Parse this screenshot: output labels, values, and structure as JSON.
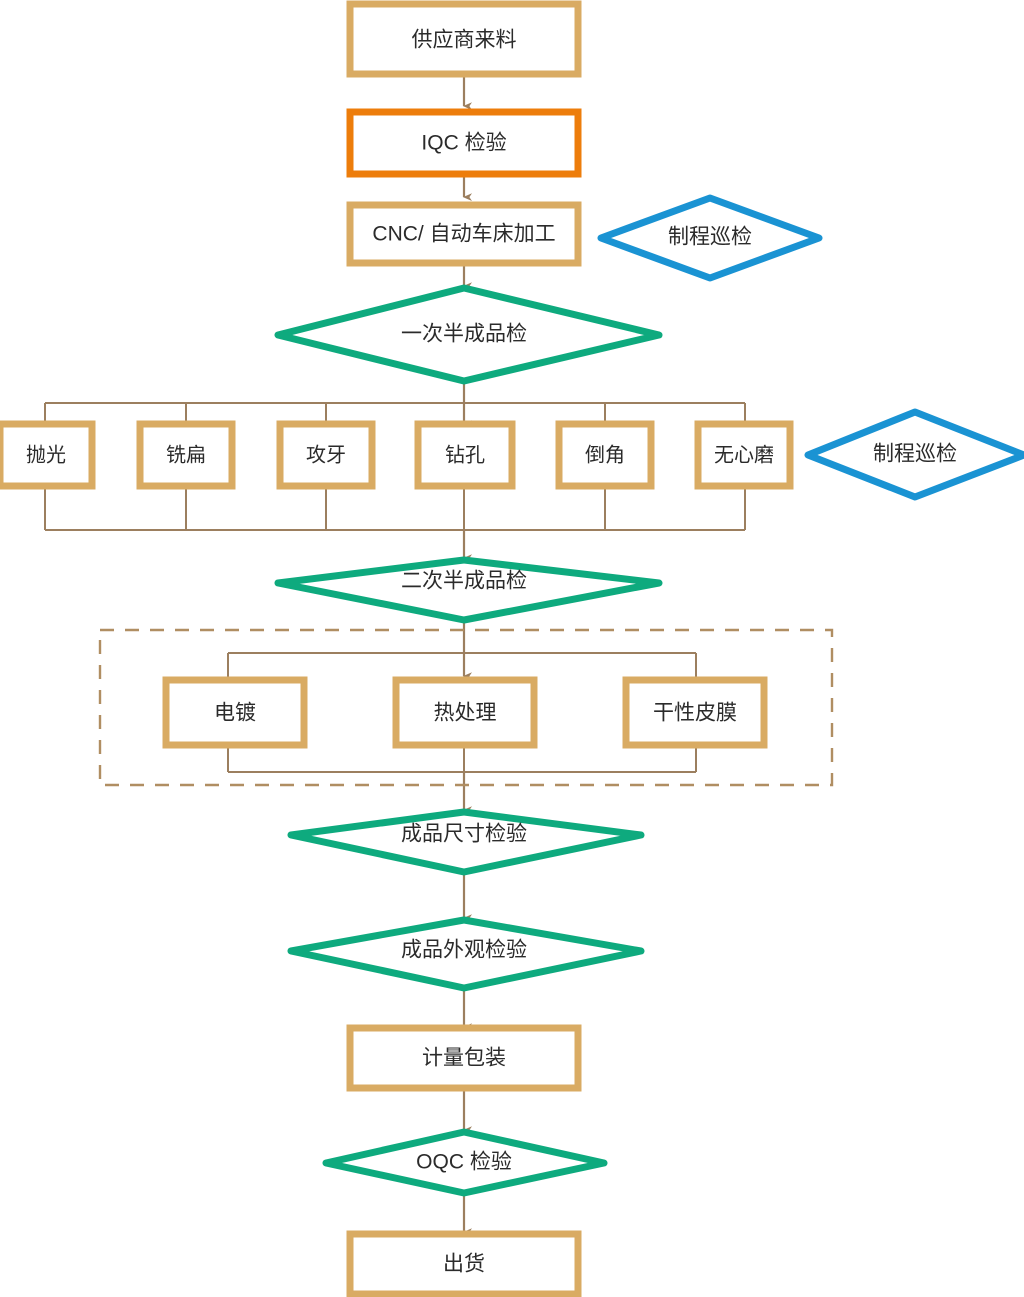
{
  "diagram": {
    "title": "",
    "type": "process-flowchart",
    "colors": {
      "process_box_border": "#d9ab63",
      "highlight_box_border": "#ed7d0b",
      "inspection_diamond_border": "#0eaa7e",
      "patrol_diamond_border": "#1a93d3",
      "connector": "#9c7f5f",
      "dashed_group_border": "#b08e62",
      "text": "#2b2b2b",
      "background": "#ffffff"
    },
    "nodes": {
      "incoming_material": "供应商来料",
      "iqc_inspection": "IQC 检验",
      "cnc_machining": "CNC/ 自动车床加工",
      "patrol_inspection_1": "制程巡检",
      "patrol_inspection_2": "制程巡检",
      "first_semi_finished_check": "一次半成品检",
      "second_semi_finished_check": "二次半成品检",
      "finished_dimension_check": "成品尺寸检验",
      "finished_appearance_check": "成品外观检验",
      "metering_packaging": "计量包装",
      "oqc_inspection": "OQC 检验",
      "shipment": "出货"
    },
    "machining_branch": [
      {
        "key": "polishing",
        "label": "抛光"
      },
      {
        "key": "milling_flat",
        "label": "铣扁"
      },
      {
        "key": "tapping",
        "label": "攻牙"
      },
      {
        "key": "drilling",
        "label": "钻孔"
      },
      {
        "key": "chamfering",
        "label": "倒角"
      },
      {
        "key": "centerless_grinding",
        "label": "无心磨"
      }
    ],
    "surface_treatment_branch": [
      {
        "key": "electroplating",
        "label": "电镀"
      },
      {
        "key": "heat_treatment",
        "label": "热处理"
      },
      {
        "key": "dry_film",
        "label": "干性皮膜"
      }
    ]
  }
}
